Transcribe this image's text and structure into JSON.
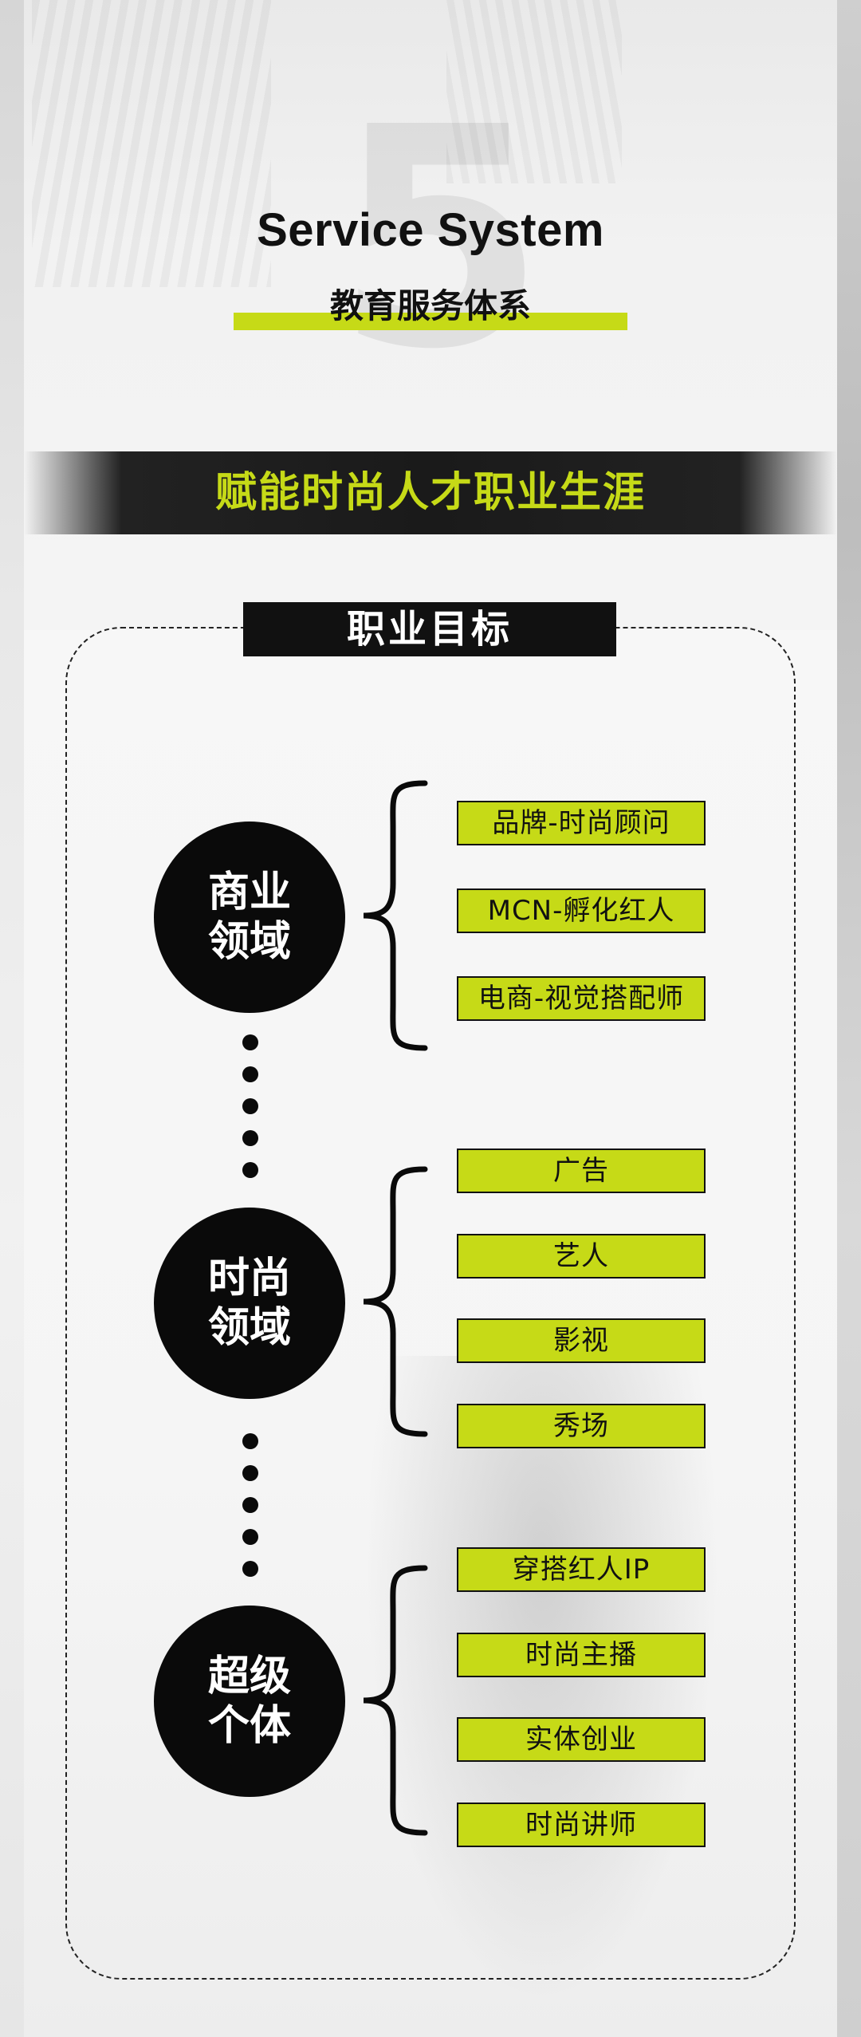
{
  "header": {
    "big_number": "5",
    "title_en": "Service System",
    "title_cn": "教育服务体系"
  },
  "banner": {
    "text": "赋能时尚人才职业生涯"
  },
  "goal_section": {
    "label": "职业目标",
    "groups": [
      {
        "circle_line1": "商业",
        "circle_line2": "领域",
        "items": [
          "品牌-时尚顾问",
          "MCN-孵化红人",
          "电商-视觉搭配师"
        ]
      },
      {
        "circle_line1": "时尚",
        "circle_line2": "领域",
        "items": [
          "广告",
          "艺人",
          "影视",
          "秀场"
        ]
      },
      {
        "circle_line1": "超级",
        "circle_line2": "个体",
        "items": [
          "穿搭红人IP",
          "时尚主播",
          "实体创业",
          "时尚讲师"
        ]
      }
    ]
  },
  "colors": {
    "accent": "#c6da17",
    "dark": "#0a0a0a",
    "background": "#f6f6f6"
  }
}
